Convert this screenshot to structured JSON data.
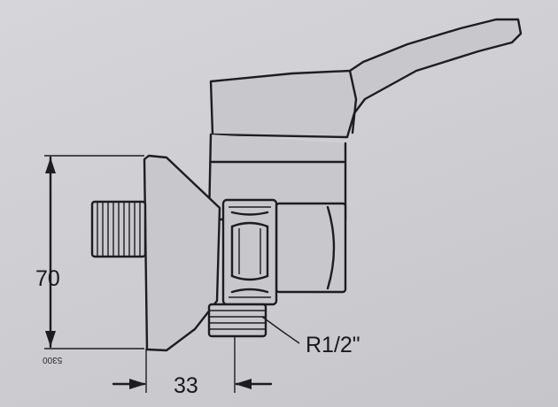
{
  "drawing": {
    "dimension_height": "70",
    "dimension_offset": "33",
    "thread_label": "R1/2\"",
    "drawing_code": "5300"
  }
}
